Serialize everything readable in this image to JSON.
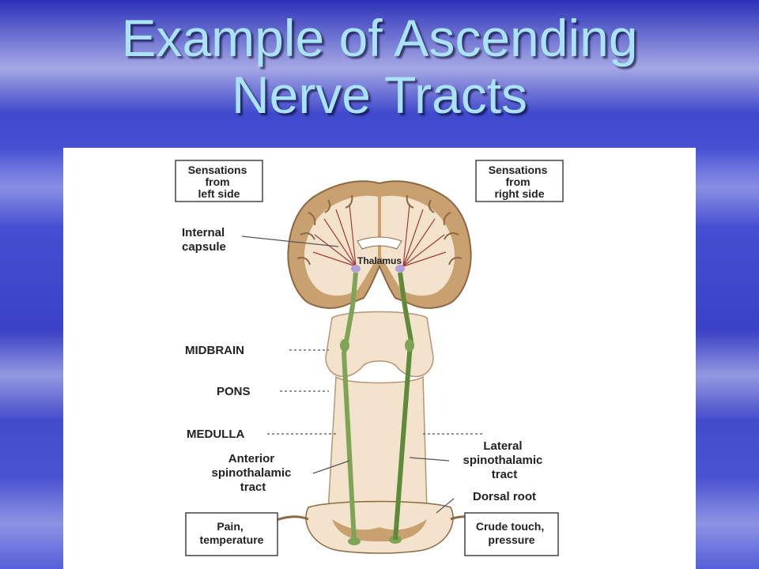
{
  "slide": {
    "title_line1": "Example of Ascending",
    "title_line2": "Nerve Tracts"
  },
  "diagram": {
    "box_left": [
      "Sensations",
      "from",
      "left side"
    ],
    "box_right": [
      "Sensations",
      "from",
      "right side"
    ],
    "internal_capsule": [
      "Internal",
      "capsule"
    ],
    "thalamus": "Thalamus",
    "midbrain": "MIDBRAIN",
    "pons": "PONS",
    "medulla": "MEDULLA",
    "anterior_tract": [
      "Anterior",
      "spinothalamic",
      "tract"
    ],
    "lateral_tract": [
      "Lateral",
      "spinothalamic",
      "tract"
    ],
    "dorsal_root": "Dorsal root",
    "box_pain": [
      "Pain,",
      "temperature"
    ],
    "box_touch": [
      "Crude touch,",
      "pressure"
    ]
  },
  "colors": {
    "title": "#a9e3f5",
    "cortex": "#c9a070",
    "white_matter": "#f4e3cc",
    "tract_green": "#7fa456",
    "thalamus_purple": "#b3a0d8",
    "fiber_red": "#a23a3a"
  }
}
